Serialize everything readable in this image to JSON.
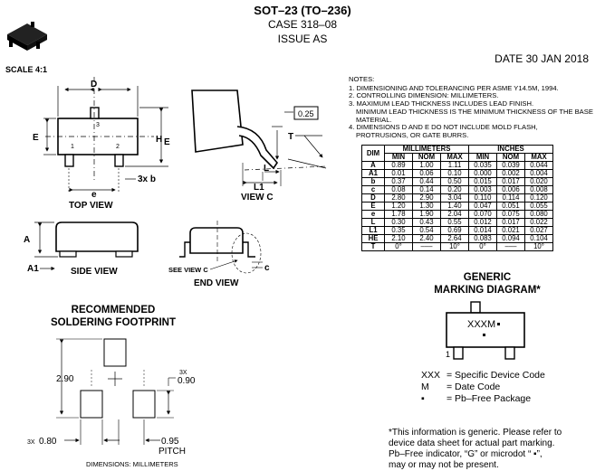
{
  "header": {
    "title": "SOT–23 (TO–236)",
    "case": "CASE 318–08",
    "issue": "ISSUE AS",
    "date": "DATE 30 JAN 2018"
  },
  "scale": "SCALE 4:1",
  "views": {
    "top": "TOP VIEW",
    "side": "SIDE VIEW",
    "end": "END VIEW",
    "c": "VIEW C",
    "see_view_c": "SEE VIEW C"
  },
  "labels": {
    "D": "D",
    "E": "E",
    "HE": "H",
    "HE_sub": "E",
    "e": "e",
    "b": "3x b",
    "A": "A",
    "A1": "A1",
    "c": "c",
    "L": "L",
    "L1": "L1",
    "T": "T",
    "gauge": "0.25",
    "pin1": "1",
    "pin2": "2",
    "pin3": "3"
  },
  "notes": {
    "title": "NOTES:",
    "items": [
      "1.  DIMENSIONING AND TOLERANCING PER ASME Y14.5M, 1994.",
      "2.  CONTROLLING DIMENSION: MILLIMETERS.",
      "3.  MAXIMUM LEAD THICKNESS INCLUDES LEAD FINISH.",
      "4.  DIMENSIONS D AND E DO NOT INCLUDE MOLD FLASH,"
    ],
    "cont3": "MINIMUM LEAD THICKNESS IS THE MINIMUM THICKNESS OF THE BASE MATERIAL.",
    "cont4": "PROTRUSIONS, OR GATE BURRS."
  },
  "table": {
    "dim_header": "DIM",
    "mm_header": "MILLIMETERS",
    "in_header": "INCHES",
    "sub": [
      "MIN",
      "NOM",
      "MAX",
      "MIN",
      "NOM",
      "MAX"
    ],
    "rows": [
      [
        "A",
        "0.89",
        "1.00",
        "1.11",
        "0.035",
        "0.039",
        "0.044"
      ],
      [
        "A1",
        "0.01",
        "0.06",
        "0.10",
        "0.000",
        "0.002",
        "0.004"
      ],
      [
        "b",
        "0.37",
        "0.44",
        "0.50",
        "0.015",
        "0.017",
        "0.020"
      ],
      [
        "c",
        "0.08",
        "0.14",
        "0.20",
        "0.003",
        "0.006",
        "0.008"
      ],
      [
        "D",
        "2.80",
        "2.90",
        "3.04",
        "0.110",
        "0.114",
        "0.120"
      ],
      [
        "E",
        "1.20",
        "1.30",
        "1.40",
        "0.047",
        "0.051",
        "0.055"
      ],
      [
        "e",
        "1.78",
        "1.90",
        "2.04",
        "0.070",
        "0.075",
        "0.080"
      ],
      [
        "L",
        "0.30",
        "0.43",
        "0.55",
        "0.012",
        "0.017",
        "0.022"
      ],
      [
        "L1",
        "0.35",
        "0.54",
        "0.69",
        "0.014",
        "0.021",
        "0.027"
      ],
      [
        "HE",
        "2.10",
        "2.40",
        "2.64",
        "0.083",
        "0.094",
        "0.104"
      ],
      [
        "T",
        "0°",
        "–––",
        "10°",
        "0°",
        "–––",
        "10°"
      ]
    ]
  },
  "generic": {
    "title1": "GENERIC",
    "title2": "MARKING DIAGRAM*",
    "mark": "XXXM",
    "pin": "1"
  },
  "legend": [
    {
      "key": "XXX",
      "text": "= Specific Device Code"
    },
    {
      "key": "M",
      "text": "= Date Code"
    },
    {
      "key": "▪",
      "text": "= Pb–Free Package"
    }
  ],
  "info": [
    "*This information is generic. Please refer to",
    "device data sheet for actual part marking.",
    "Pb–Free indicator, “G” or microdot “ ▪”,",
    "may or may not be present."
  ],
  "footprint": {
    "title1": "RECOMMENDED",
    "title2": "SOLDERING FOOTPRINT",
    "d290": "2.90",
    "d090": "0.90",
    "d080": "0.80",
    "d095": "0.95",
    "x3a": "3X",
    "x3b": "3X",
    "pitch": "PITCH",
    "units": "DIMENSIONS: MILLIMETERS"
  }
}
